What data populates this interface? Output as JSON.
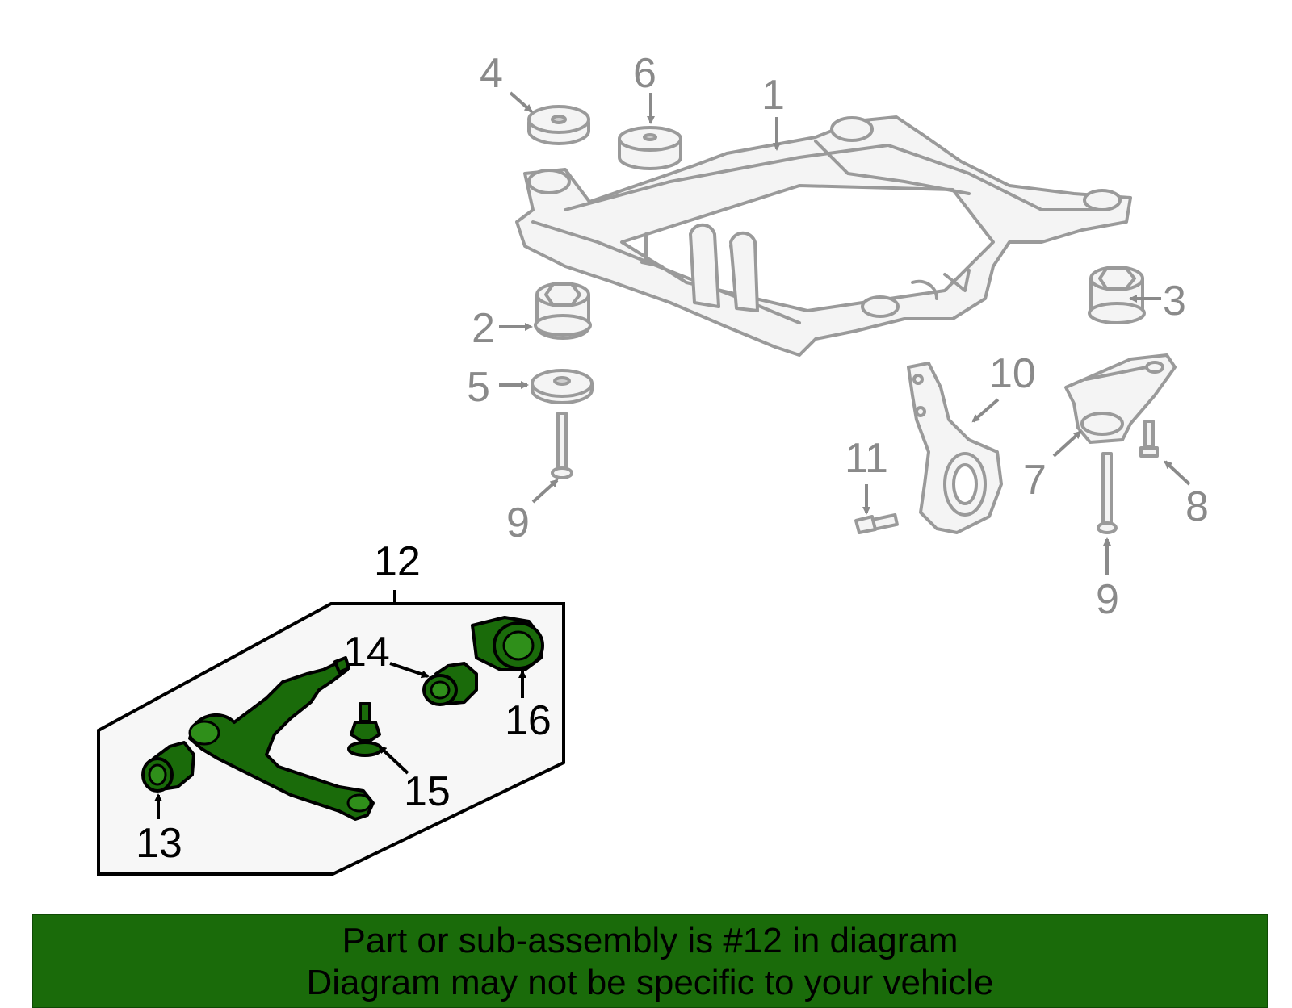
{
  "callouts": {
    "c1": "1",
    "c2": "2",
    "c3": "3",
    "c4": "4",
    "c5": "5",
    "c6": "6",
    "c7": "7",
    "c8": "8",
    "c9a": "9",
    "c9b": "9",
    "c10": "10",
    "c11": "11",
    "c12": "12",
    "c13": "13",
    "c14": "14",
    "c15": "15",
    "c16": "16"
  },
  "banner": {
    "line1": "Part or sub-assembly is #12 in diagram",
    "line2": "Diagram may not be specific to your vehicle"
  },
  "colors": {
    "highlight_green": "#1a6b0a",
    "context_gray": "#9a9a9a",
    "subassembly_box_fill": "#f7f7f7"
  }
}
